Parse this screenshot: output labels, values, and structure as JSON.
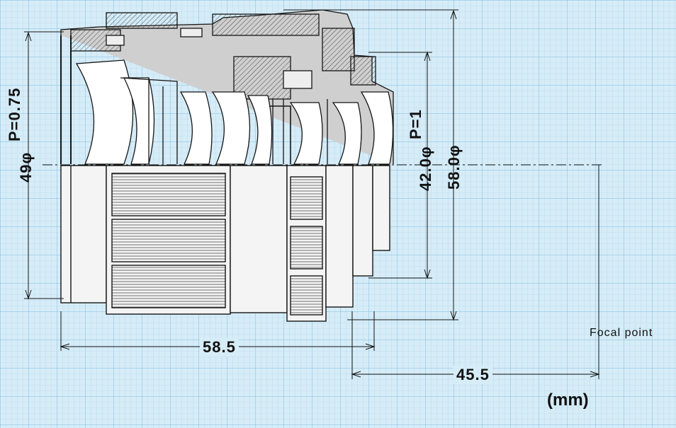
{
  "labels": {
    "pitch_front": "P=0.75",
    "pitch_rear": "P=1",
    "dia_front": "49φ",
    "dia_rear_mount": "42.0φ",
    "dia_body": "58.0φ",
    "length_body": "58.5",
    "back_focus": "45.5",
    "focal_point": "Focal point",
    "units": "(mm)"
  },
  "colors": {
    "paper": "#d6ecf7",
    "grid": "#8cc4e3",
    "ink": "#151515",
    "glass": "#ffffff",
    "metal": "#c9c9c9"
  }
}
